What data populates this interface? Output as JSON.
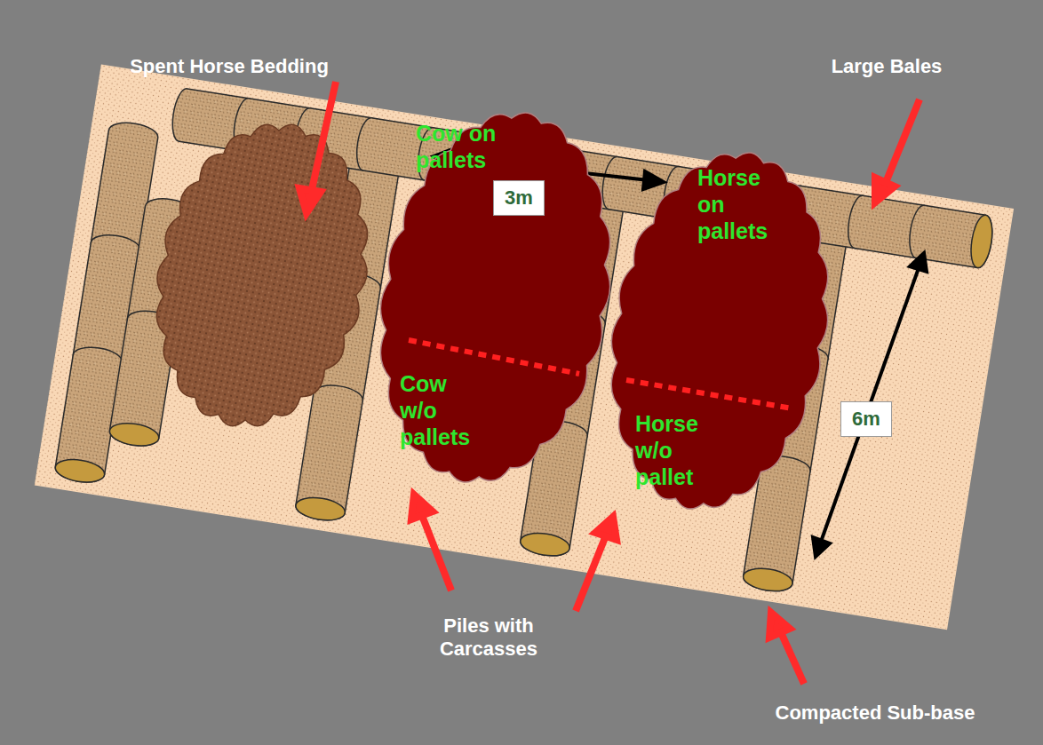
{
  "diagram": {
    "nodes": [
      {
        "text": [
          "Cow on pallets",
          "Cow w/o pallets"
        ]
      },
      {
        "text": [
          "Horse on pallets",
          "Horse w/o pallet"
        ]
      }
    ],
    "labels": [
      "Spent Horse Bedding",
      "Large Bales",
      "3m",
      "6m",
      "Piles with Carcasses",
      "Compacted Sub-base"
    ]
  }
}
